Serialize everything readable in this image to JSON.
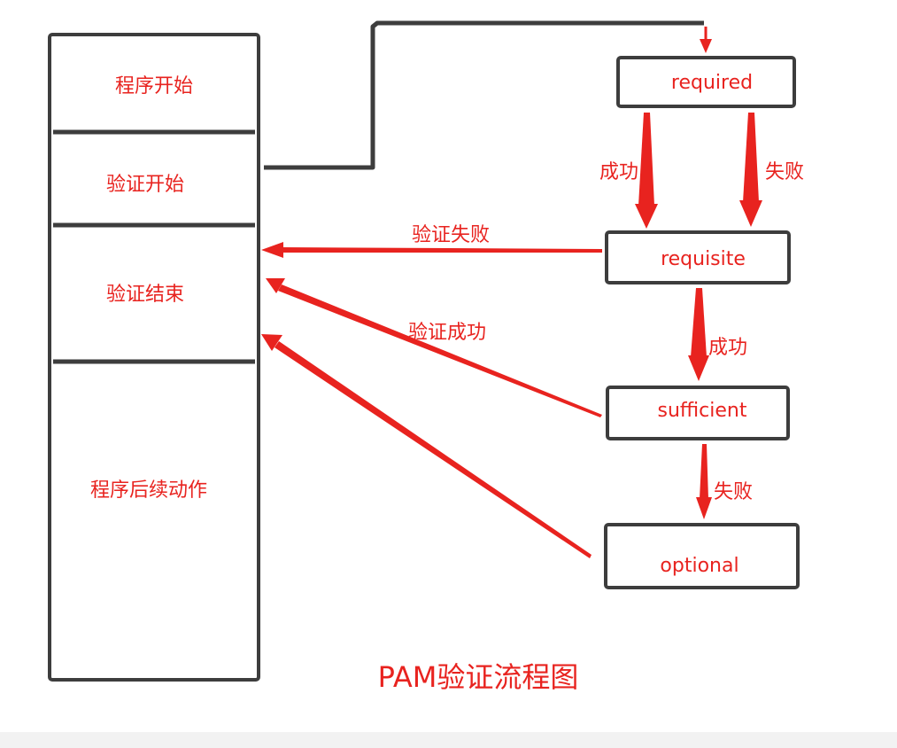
{
  "flow_column": {
    "sections": [
      {
        "id": "program-start",
        "label": "程序开始"
      },
      {
        "id": "auth-start",
        "label": "验证开始"
      },
      {
        "id": "auth-end",
        "label": "验证结束"
      },
      {
        "id": "program-followup",
        "label": "程序后续动作"
      }
    ]
  },
  "nodes": {
    "required": "required",
    "requisite": "requisite",
    "sufficient": "sufficient",
    "optional": "optional"
  },
  "edge_labels": {
    "required_success": "成功",
    "required_fail": "失败",
    "requisite_success": "成功",
    "sufficient_fail": "失败",
    "requisite_auth_fail": "验证失败",
    "sufficient_auth_success": "验证成功"
  },
  "caption": "PAM验证流程图",
  "colors": {
    "line": "#3d3d3d",
    "accent": "#e8231f",
    "background": "#ffffff",
    "band": "#f2f2f2"
  }
}
